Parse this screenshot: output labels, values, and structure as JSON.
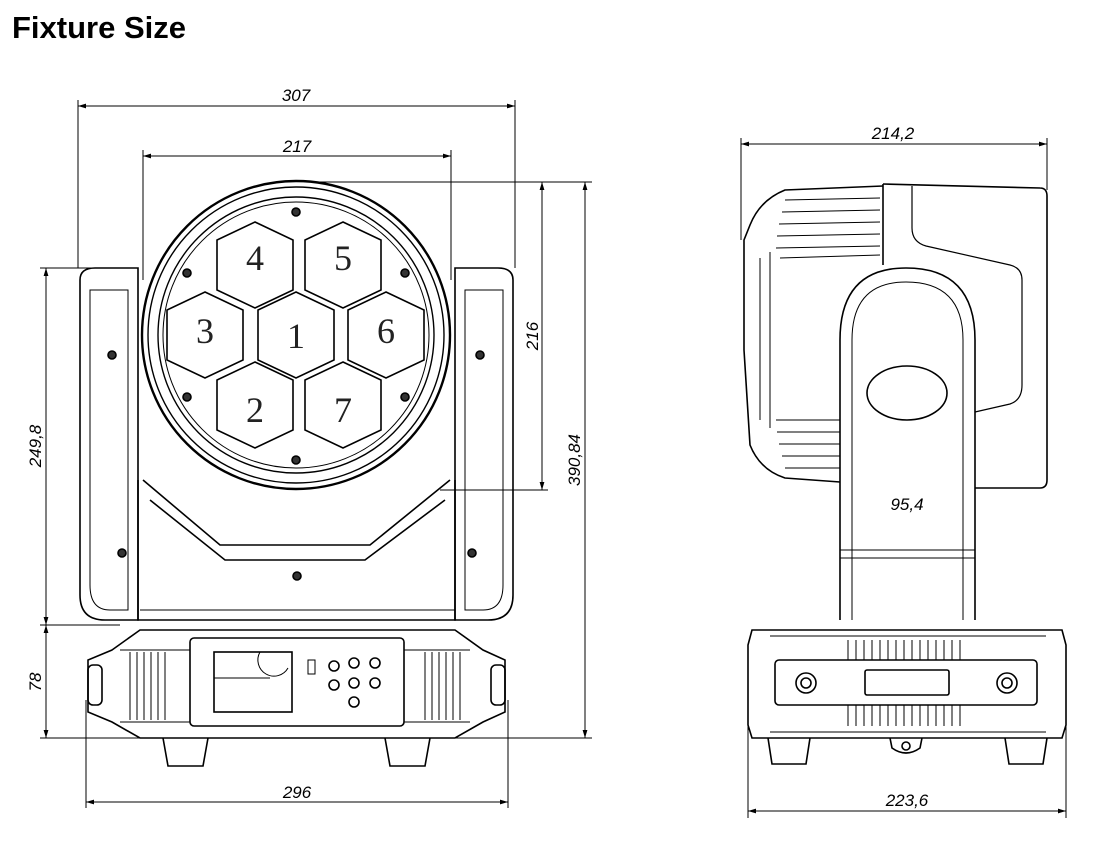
{
  "page": {
    "title": "Fixture Size"
  },
  "front_view": {
    "overall_width": "307",
    "lens_width": "217",
    "head_height": "216",
    "total_height": "390,84",
    "yoke_height": "249,8",
    "base_height": "78",
    "base_width": "296",
    "led_labels": [
      "1",
      "2",
      "3",
      "4",
      "5",
      "6",
      "7"
    ]
  },
  "side_view": {
    "depth": "214,2",
    "arm_width": "95,4",
    "base_depth": "223,6"
  }
}
